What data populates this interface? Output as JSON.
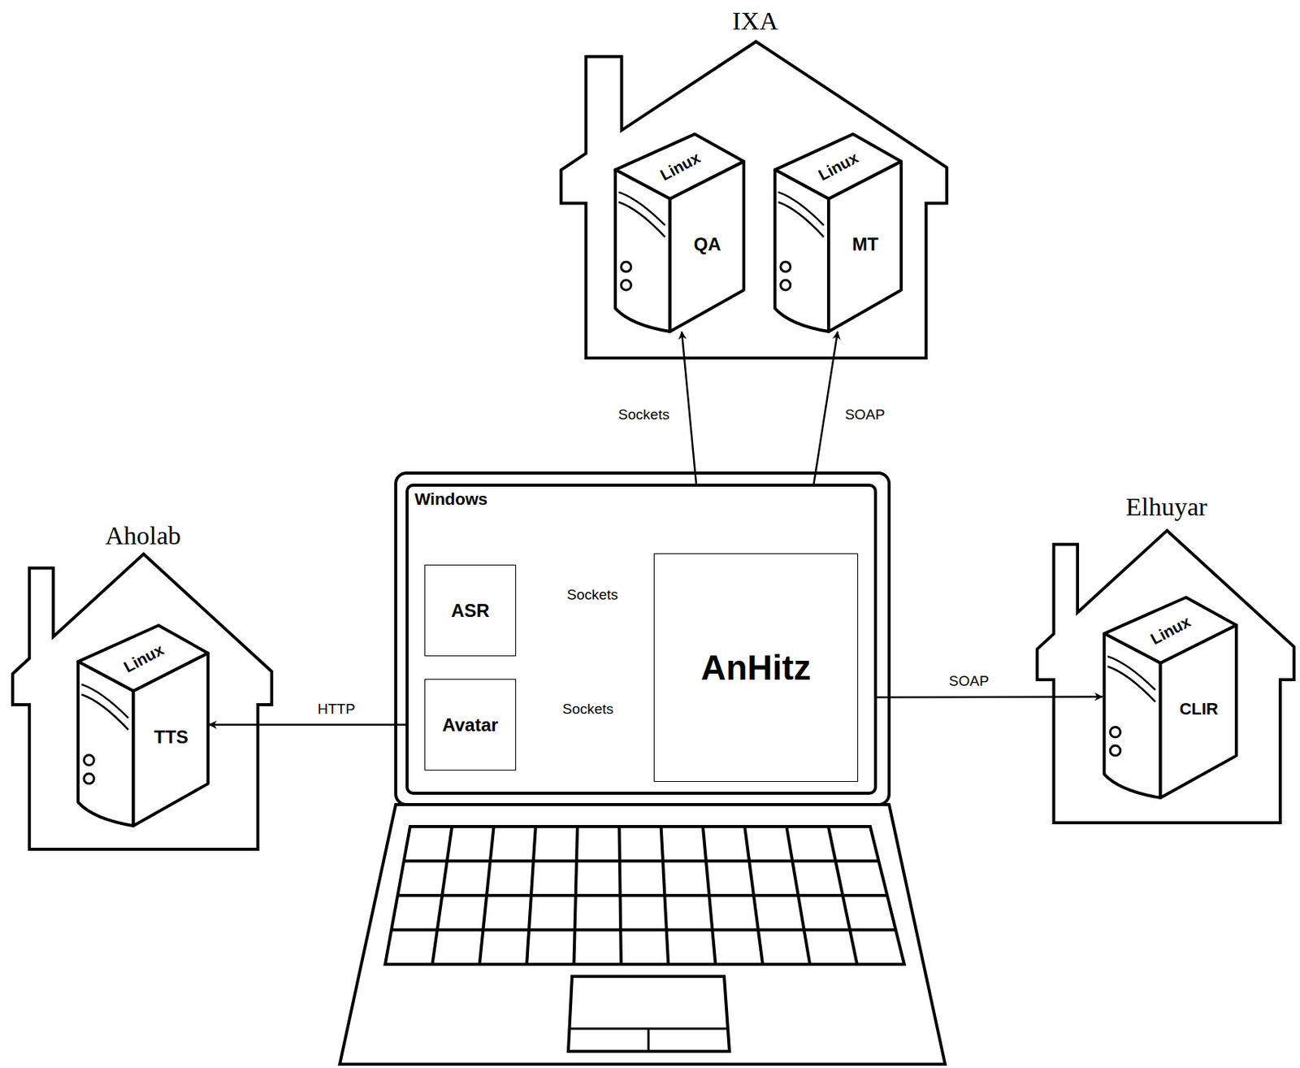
{
  "diagram": {
    "nodes": [
      {
        "text": [
          "IXA"
        ]
      },
      {
        "text": [
          "Linux",
          "QA"
        ],
        "in": 0
      },
      {
        "text": [
          "Linux",
          "MT"
        ],
        "in": 0
      },
      {
        "text": [
          "Windows"
        ]
      },
      {
        "text": [
          "ASR"
        ],
        "in": 3
      },
      {
        "text": [
          "Avatar"
        ],
        "in": 3
      },
      {
        "text": [
          "AnHitz"
        ],
        "in": 3
      },
      {
        "text": [
          "Aholab"
        ]
      },
      {
        "text": [
          "Linux",
          "TTS"
        ],
        "in": 7
      },
      {
        "text": [
          "Elhuyar"
        ]
      },
      {
        "text": [
          "Linux",
          "CLIR"
        ],
        "in": 9
      }
    ],
    "edges": [
      {
        "from": 1,
        "to": 6,
        "label": "Sockets",
        "arrow": "both"
      },
      {
        "from": 2,
        "to": 6,
        "label": "SOAP",
        "arrow": "both"
      },
      {
        "from": 4,
        "to": 6,
        "label": "Sockets",
        "arrow": "both"
      },
      {
        "from": 5,
        "to": 6,
        "label": "Sockets",
        "arrow": "both"
      },
      {
        "from": 8,
        "to": 5,
        "label": "HTTP",
        "arrow": "both"
      },
      {
        "from": 6,
        "to": 10,
        "label": "SOAP",
        "arrow": "both"
      }
    ]
  }
}
